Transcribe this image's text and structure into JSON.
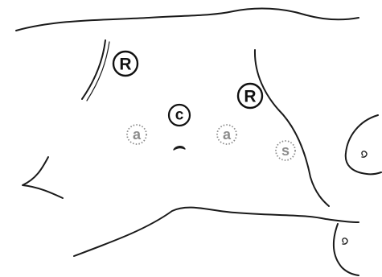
{
  "colors": {
    "background": "#ffffff",
    "outline": "#1a1a1a",
    "solid_marker": "#111111",
    "dotted_marker": "#8c8c8c"
  },
  "markers": {
    "r_upper_left": {
      "label": "R",
      "style": "solid"
    },
    "r_upper_right": {
      "label": "R",
      "style": "solid"
    },
    "c_center": {
      "label": "c",
      "style": "solid"
    },
    "a_left": {
      "label": "a",
      "style": "dotted"
    },
    "a_right": {
      "label": "a",
      "style": "dotted"
    },
    "s_right": {
      "label": "s",
      "style": "dotted"
    }
  },
  "icons": [
    "spiral-icon"
  ]
}
